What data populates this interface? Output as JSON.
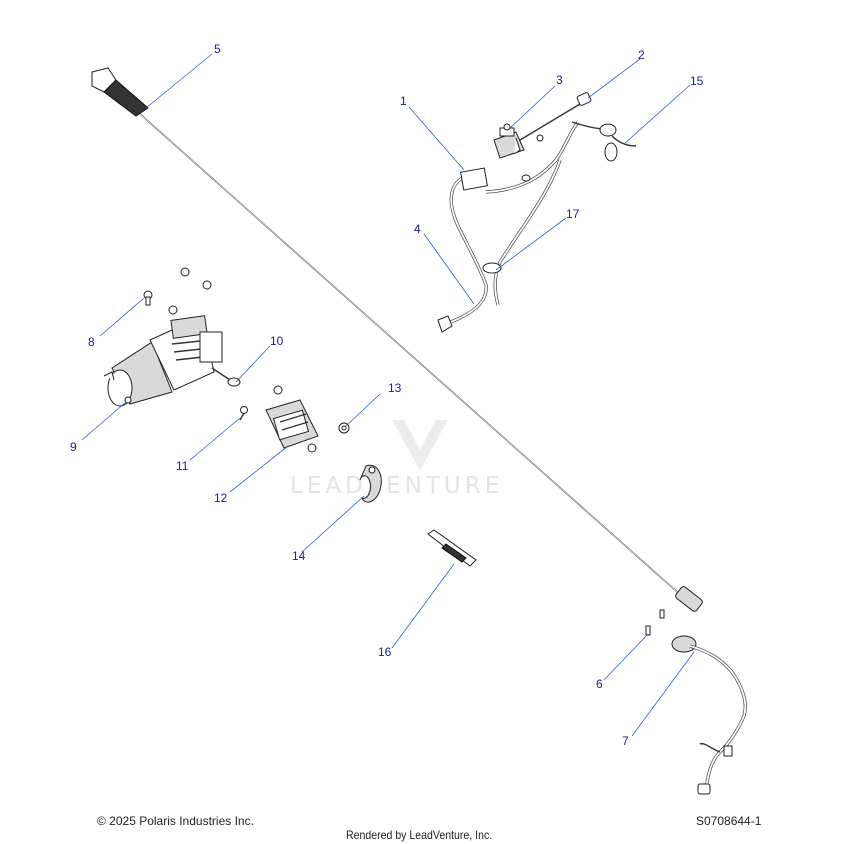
{
  "callouts": [
    {
      "id": "1",
      "label": "1"
    },
    {
      "id": "2",
      "label": "2"
    },
    {
      "id": "3",
      "label": "3"
    },
    {
      "id": "4",
      "label": "4"
    },
    {
      "id": "5",
      "label": "5"
    },
    {
      "id": "6",
      "label": "6"
    },
    {
      "id": "7",
      "label": "7"
    },
    {
      "id": "8",
      "label": "8"
    },
    {
      "id": "9",
      "label": "9"
    },
    {
      "id": "10",
      "label": "10"
    },
    {
      "id": "11",
      "label": "11"
    },
    {
      "id": "12",
      "label": "12"
    },
    {
      "id": "13",
      "label": "13"
    },
    {
      "id": "14",
      "label": "14"
    },
    {
      "id": "15",
      "label": "15"
    },
    {
      "id": "16",
      "label": "16"
    },
    {
      "id": "17",
      "label": "17"
    }
  ],
  "watermark": {
    "text": "LEADVENTURE"
  },
  "footer": {
    "copyright": "© 2025 Polaris Industries Inc.",
    "rendered_by": "Rendered by LeadVenture, Inc.",
    "drawing_id": "S0708644-1"
  },
  "colors": {
    "callout": "#1a1aa8",
    "leader": "#2a5fd6"
  }
}
